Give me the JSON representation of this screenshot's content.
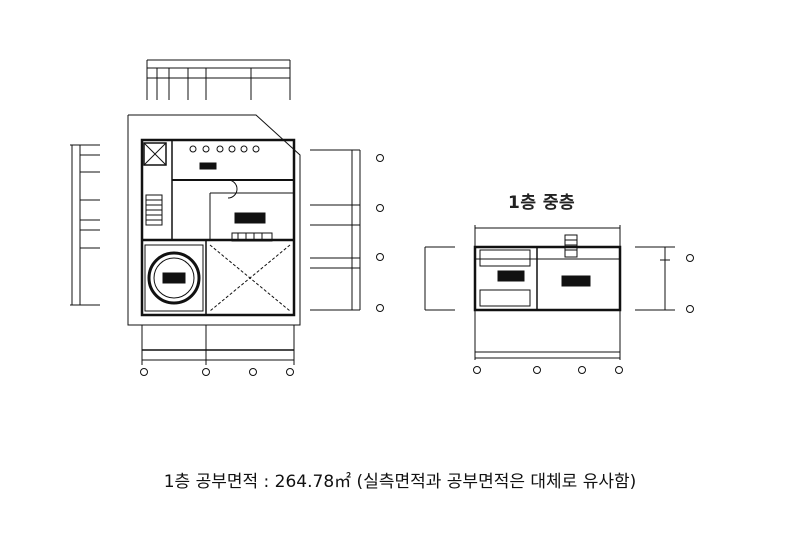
{
  "mezzanine_plan": {
    "title": "1층 중층"
  },
  "caption": {
    "text": "1층 공부면적 : 264.78㎡ (실측면적과 공부면적은 대체로 유사함)",
    "floor": "1층",
    "label": "공부면적",
    "area_value": "264.78",
    "area_unit": "㎡",
    "note": "(실측면적과 공부면적은 대체로 유사함)"
  },
  "colors": {
    "line": "#111111",
    "background": "#ffffff"
  }
}
